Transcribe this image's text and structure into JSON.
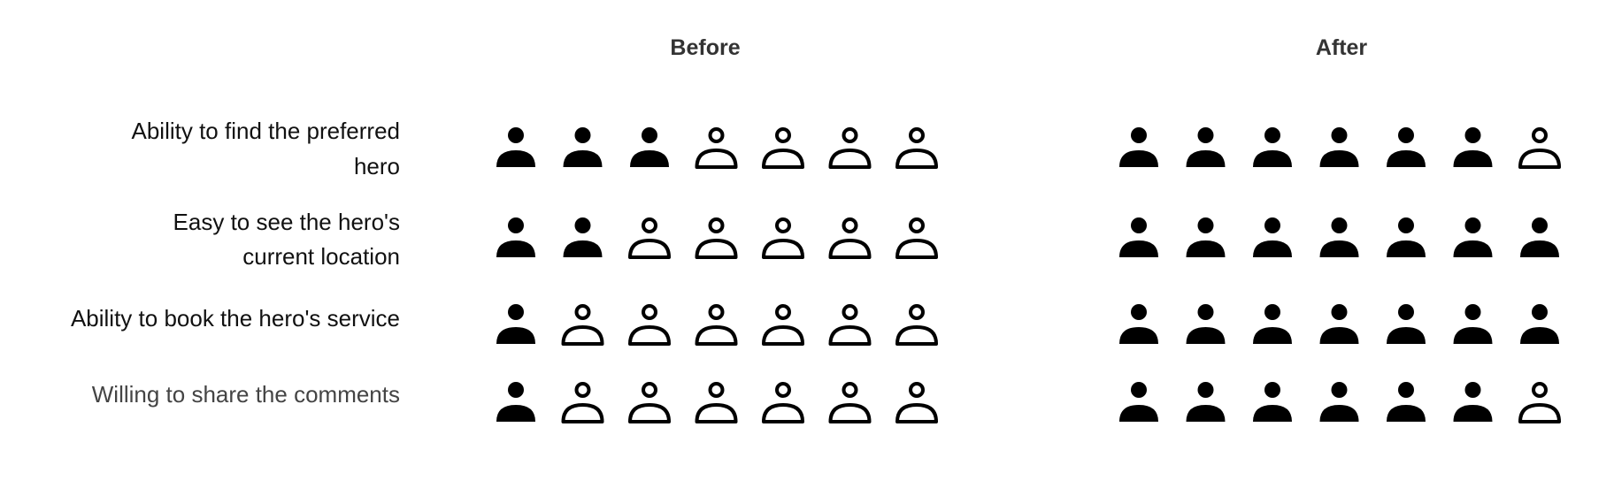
{
  "chart_data": {
    "type": "pictograph",
    "icon": "person-icon",
    "icons_per_row": 7,
    "columns": [
      "Before",
      "After"
    ],
    "rows": [
      {
        "label_lines": [
          "Ability to find the preferred",
          "hero"
        ],
        "before": 3,
        "after": 6
      },
      {
        "label_lines": [
          "Easy to see the hero's",
          "current location"
        ],
        "before": 2,
        "after": 7
      },
      {
        "label_lines": [
          "Ability to book the hero's service"
        ],
        "before": 1,
        "after": 7
      },
      {
        "label_lines": [
          "Willing  to share the comments"
        ],
        "before": 1,
        "after": 6
      }
    ],
    "filled_color": "#000000",
    "outline_color": "#000000"
  }
}
